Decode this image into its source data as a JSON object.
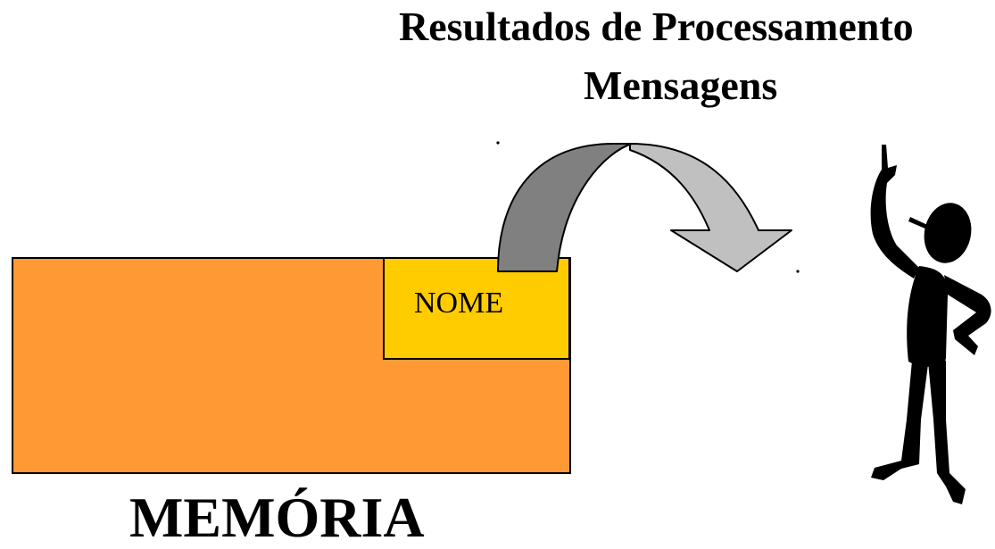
{
  "title": {
    "line1": "Resultados de Processamento",
    "line2": "Mensagens"
  },
  "memory": {
    "label": "MEMÓRIA",
    "field_label": "NOME"
  },
  "colors": {
    "memory_fill": "#ff9933",
    "field_fill": "#ffcc00",
    "arrow_dark": "#808080",
    "arrow_light": "#c0c0c0",
    "figure": "#000000"
  },
  "icons": {
    "arrow": "curved-arrow-icon",
    "person": "person-pointing-up-icon"
  }
}
